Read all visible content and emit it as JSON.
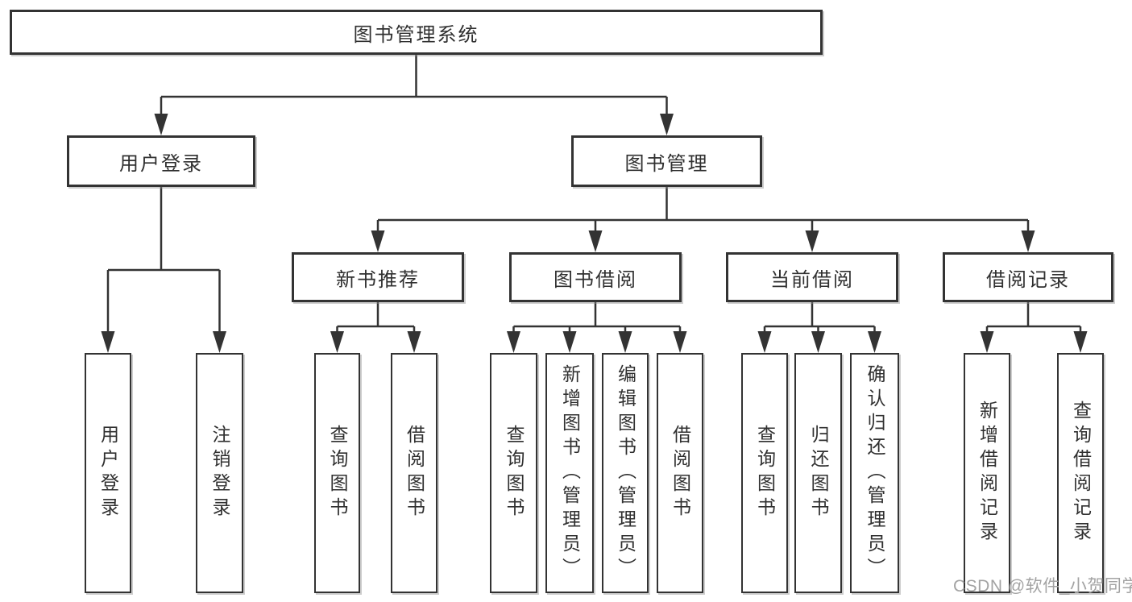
{
  "diagram": {
    "title": "图书管理系统",
    "tree": {
      "label": "图书管理系统",
      "children": [
        {
          "label": "用户登录",
          "children": [
            {
              "label": "用户登录"
            },
            {
              "label": "注销登录"
            }
          ]
        },
        {
          "label": "图书管理",
          "children": [
            {
              "label": "新书推荐",
              "children": [
                {
                  "label": "查询图书"
                },
                {
                  "label": "借阅图书"
                }
              ]
            },
            {
              "label": "图书借阅",
              "children": [
                {
                  "label": "查询图书"
                },
                {
                  "label": "新增图书（管理员）"
                },
                {
                  "label": "编辑图书（管理员）"
                },
                {
                  "label": "借阅图书"
                }
              ]
            },
            {
              "label": "当前借阅",
              "children": [
                {
                  "label": "查询图书"
                },
                {
                  "label": "归还图书"
                },
                {
                  "label": "确认归还（管理员）"
                }
              ]
            },
            {
              "label": "借阅记录",
              "children": [
                {
                  "label": "新增借阅记录"
                },
                {
                  "label": "查询借阅记录"
                }
              ]
            }
          ]
        }
      ]
    }
  },
  "watermark": {
    "text": "CSDN @软件_小贺同学"
  },
  "colors": {
    "line": "#333333",
    "box_border": "#333333",
    "text": "#303030",
    "watermark": "#a3a3a3",
    "background": "#ffffff"
  }
}
